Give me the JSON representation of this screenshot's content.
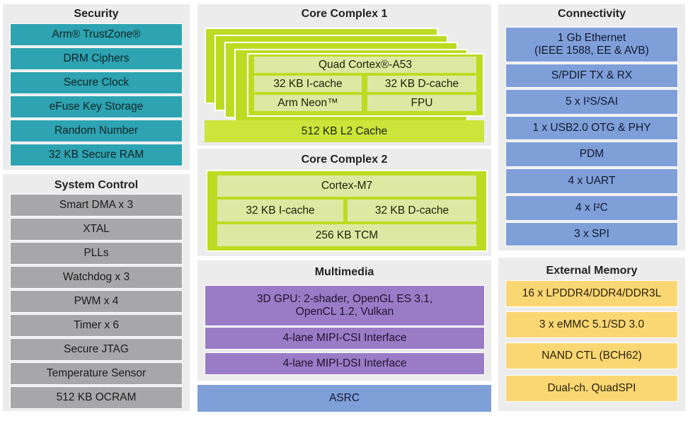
{
  "security": {
    "title": "Security",
    "items": [
      "Arm® TrustZone®",
      "DRM Ciphers",
      "Secure Clock",
      "eFuse Key Storage",
      "Random Number",
      "32 KB Secure RAM"
    ]
  },
  "system_control": {
    "title": "System Control",
    "items": [
      "Smart DMA x 3",
      "XTAL",
      "PLLs",
      "Watchdog x 3",
      "PWM x 4",
      "Timer x 6",
      "Secure JTAG",
      "Temperature Sensor",
      "512 KB OCRAM"
    ]
  },
  "core1": {
    "title": "Core Complex 1",
    "cpu": "Quad Cortex®-A53",
    "icache": "32 KB I-cache",
    "dcache": "32 KB D-cache",
    "neon": "Arm Neon™",
    "fpu": "FPU",
    "l2": "512 KB L2 Cache"
  },
  "core2": {
    "title": "Core Complex 2",
    "cpu": "Cortex-M7",
    "icache": "32 KB I-cache",
    "dcache": "32 KB D-cache",
    "tcm": "256 KB TCM"
  },
  "multimedia": {
    "title": "Multimedia",
    "gpu_line1": "3D GPU: 2-shader, OpenGL ES 3.1,",
    "gpu_line2": "OpenCL 1.2, Vulkan",
    "csi": "4-lane MIPI-CSI Interface",
    "dsi": "4-lane MIPI-DSI Interface"
  },
  "asrc": "ASRC",
  "connectivity": {
    "title": "Connectivity",
    "ethernet_line1": "1 Gb Ethernet",
    "ethernet_line2": "(IEEE 1588, EE & AVB)",
    "items": [
      "S/PDIF TX & RX",
      "5 x I²S/SAI",
      "1 x USB2.0 OTG & PHY",
      "PDM",
      "4 x UART",
      "4 x I²C",
      "3 x SPI"
    ]
  },
  "external_memory": {
    "title": "External Memory",
    "items": [
      "16 x LPDDR4/DDR4/DDR3L",
      "3 x eMMC 5.1/SD 3.0",
      "NAND CTL (BCH62)",
      "Dual-ch. QuadSPI"
    ]
  },
  "colors": {
    "security": "#2ea3b1",
    "system_control": "#a7a7a9",
    "core": "#cbe53b",
    "multimedia": "#9a7cc6",
    "connectivity": "#7f9fd9",
    "external_memory": "#fbd774",
    "panel": "#ececec"
  }
}
